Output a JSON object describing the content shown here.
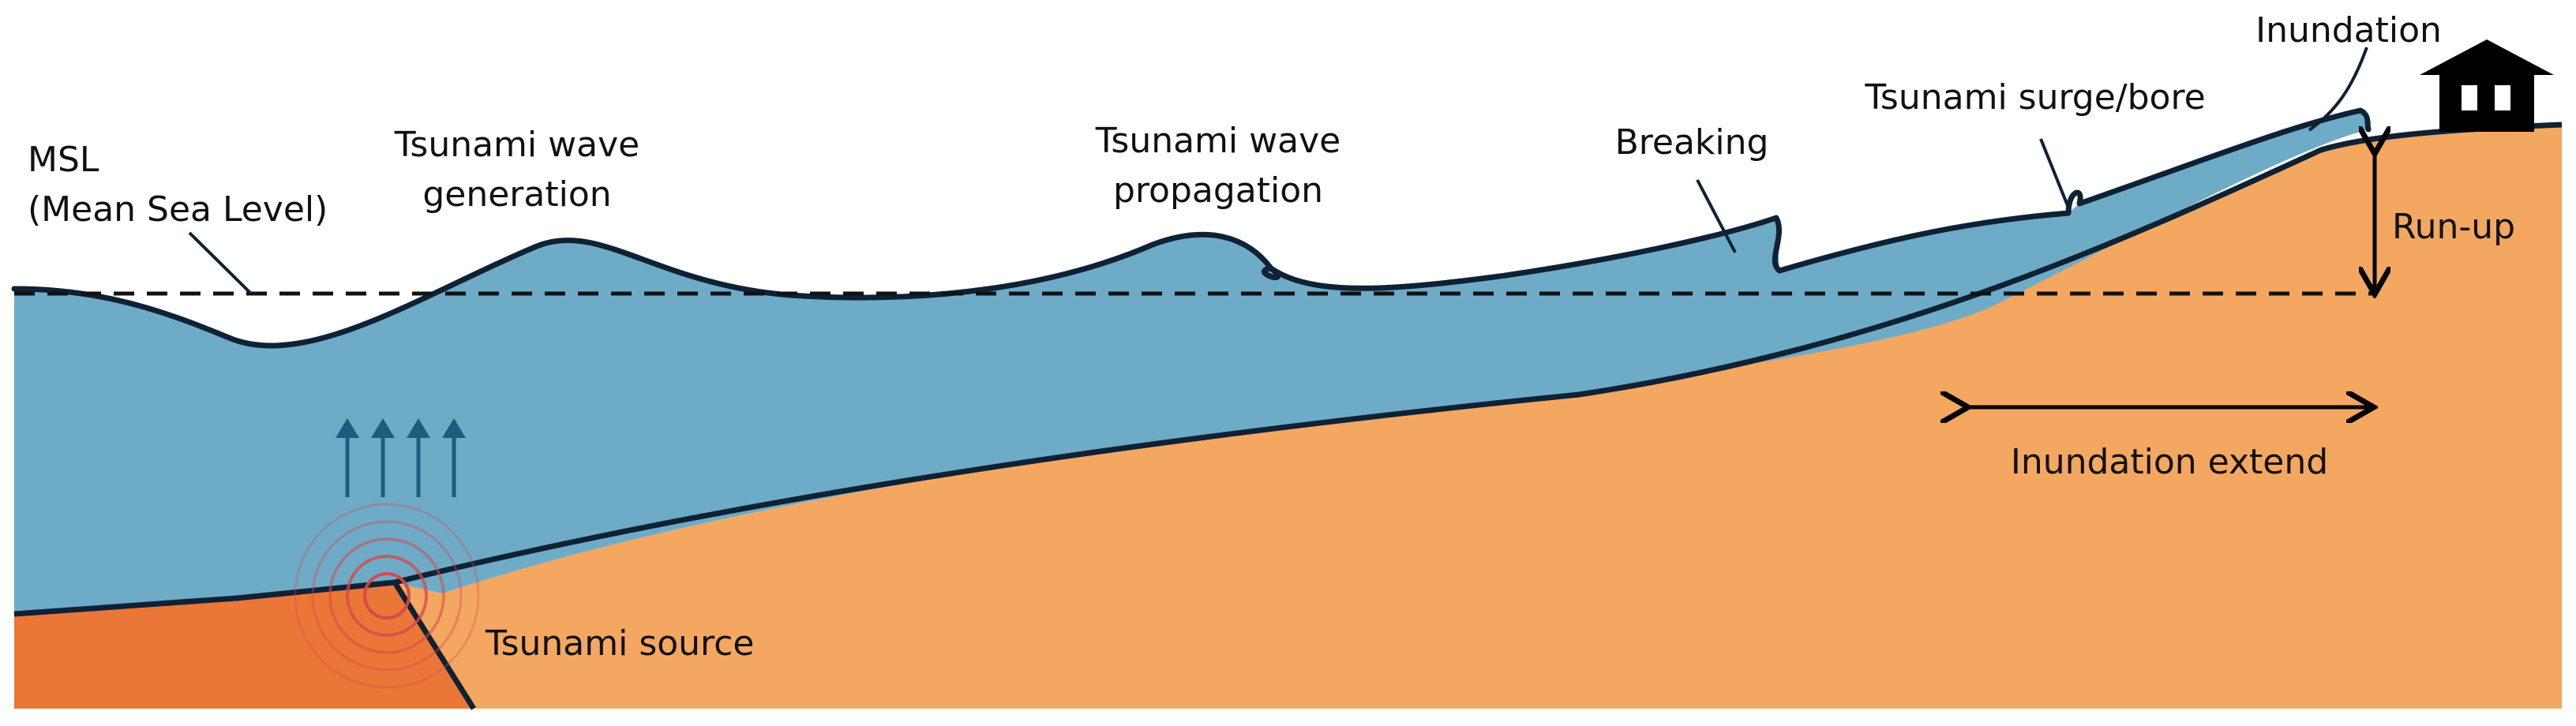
{
  "labels": {
    "msl_line1": "MSL",
    "msl_line2": "(Mean Sea Level)",
    "generation_line1": "Tsunami wave",
    "generation_line2": "generation",
    "propagation_line1": "Tsunami wave",
    "propagation_line2": "propagation",
    "breaking": "Breaking",
    "surge": "Tsunami surge/bore",
    "inundation": "Inundation",
    "runup": "Run-up",
    "inundation_extend": "Inundation extend",
    "source": "Tsunami source"
  },
  "colors": {
    "water": "#6eabc6",
    "land": "#f3a761",
    "seabed_left": "#ea7638",
    "outline": "#0e2234",
    "arrows": "#1d5c7a",
    "quake_rings": "#d6474a",
    "house": "#000000"
  }
}
